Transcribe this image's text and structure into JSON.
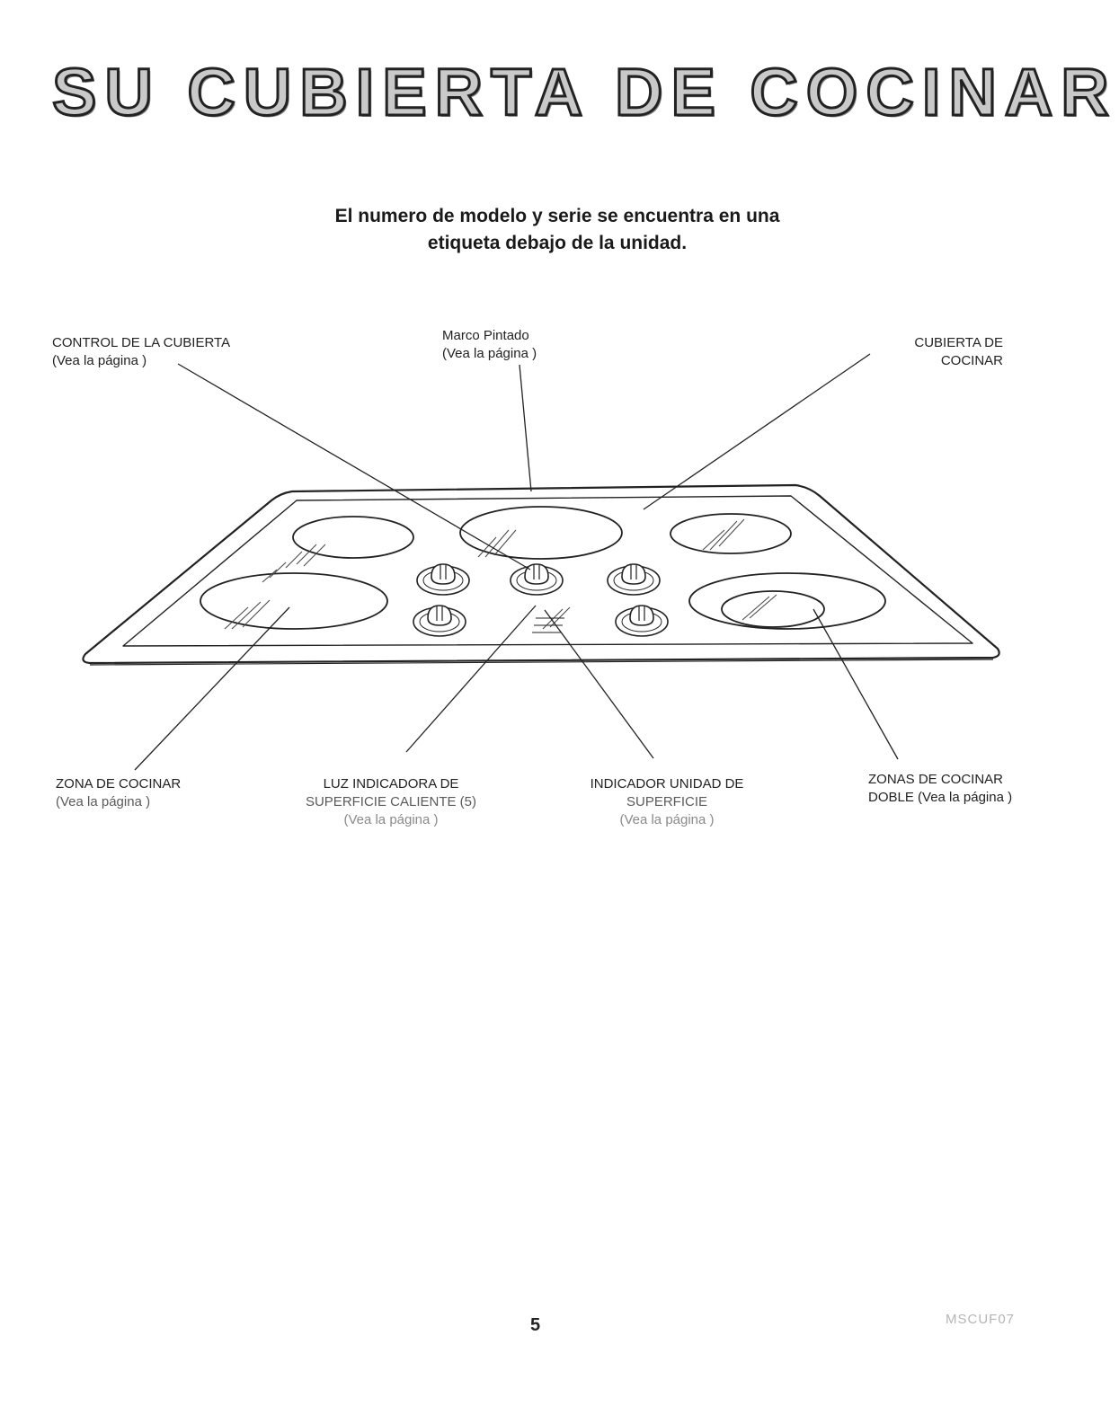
{
  "page": {
    "title": "SU CUBIERTA DE COCINAR",
    "model_note": {
      "line1": "El numero de modelo y serie se encuentra en una",
      "line2": "etiqueta debajo de la unidad."
    },
    "page_number": "5",
    "doc_code": "MSCUF07"
  },
  "callouts": {
    "control": {
      "title": "CONTROL DE LA CUBIERTA",
      "ref": "(Vea la página )"
    },
    "frame": {
      "title": "Marco Pintado",
      "ref": "(Vea la página )"
    },
    "cooktop": {
      "line1": "CUBIERTA DE",
      "line2": "COCINAR"
    },
    "zone": {
      "title": "ZONA DE COCINAR",
      "ref": "(Vea la página )"
    },
    "hot_light": {
      "line1": "LUZ INDICADORA DE",
      "line2": "SUPERFICIE CALIENTE (5)",
      "ref": "(Vea la página )"
    },
    "unit_indicator": {
      "line1": "INDICADOR UNIDAD DE",
      "line2": "SUPERFICIE",
      "ref": "(Vea la página )"
    },
    "dual_zone": {
      "line1": "ZONAS DE COCINAR",
      "line2": "DOBLE (Vea la página )"
    }
  },
  "colors": {
    "ink": "#1a1a1a",
    "faint_ink": "#8a8a8a",
    "title_fill": "#c9c9c9"
  }
}
